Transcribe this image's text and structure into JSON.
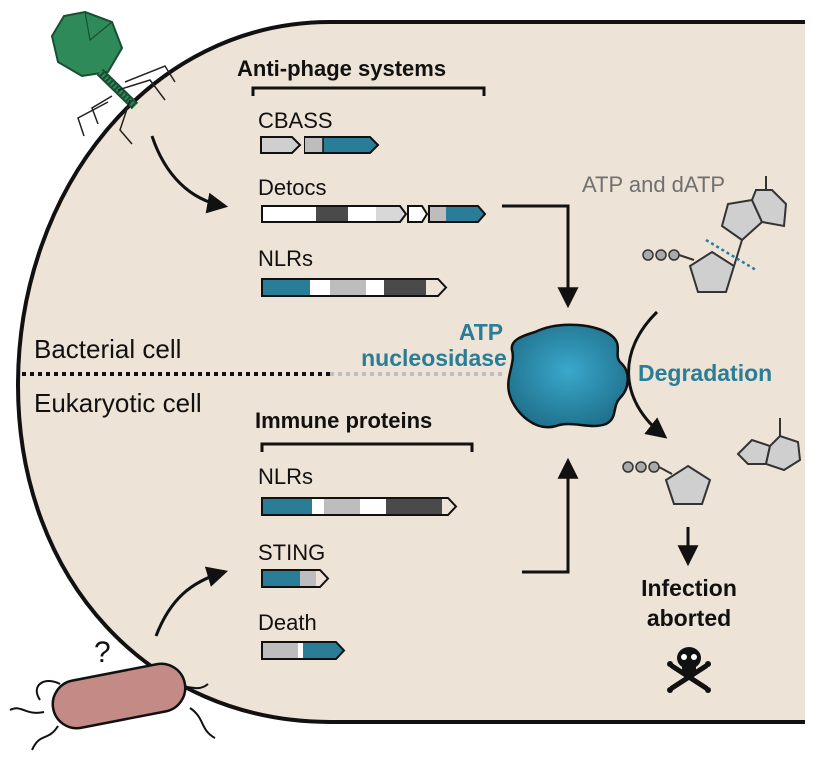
{
  "titles": {
    "anti_phage": "Anti-phage systems",
    "immune": "Immune proteins"
  },
  "bacterial": {
    "cell_label": "Bacterial cell",
    "genes": [
      {
        "name": "CBASS"
      },
      {
        "name": "Detocs"
      },
      {
        "name": "NLRs"
      }
    ]
  },
  "eukaryotic": {
    "cell_label": "Eukaryotic cell",
    "genes": [
      {
        "name": "NLRs"
      },
      {
        "name": "STING"
      },
      {
        "name": "Death"
      }
    ]
  },
  "enzyme": {
    "line1": "ATP",
    "line2": "nucleosidase"
  },
  "substrate_label": "ATP and dATP",
  "process_label": "Degradation",
  "outcome": {
    "line1": "Infection",
    "line2": "aborted"
  },
  "question_mark": "?",
  "colors": {
    "accent": "#2a7d96",
    "cell_fill": "#ede3d6",
    "dark_segment": "#4a4a4a",
    "light_segment": "#bdbdbd",
    "substrate_text": "#707070",
    "bacterium": "#c48a86"
  },
  "icons": [
    "phage-icon",
    "bacterium-icon",
    "skull-crossbones-icon",
    "atp-molecule-icon",
    "adenine-icon"
  ]
}
